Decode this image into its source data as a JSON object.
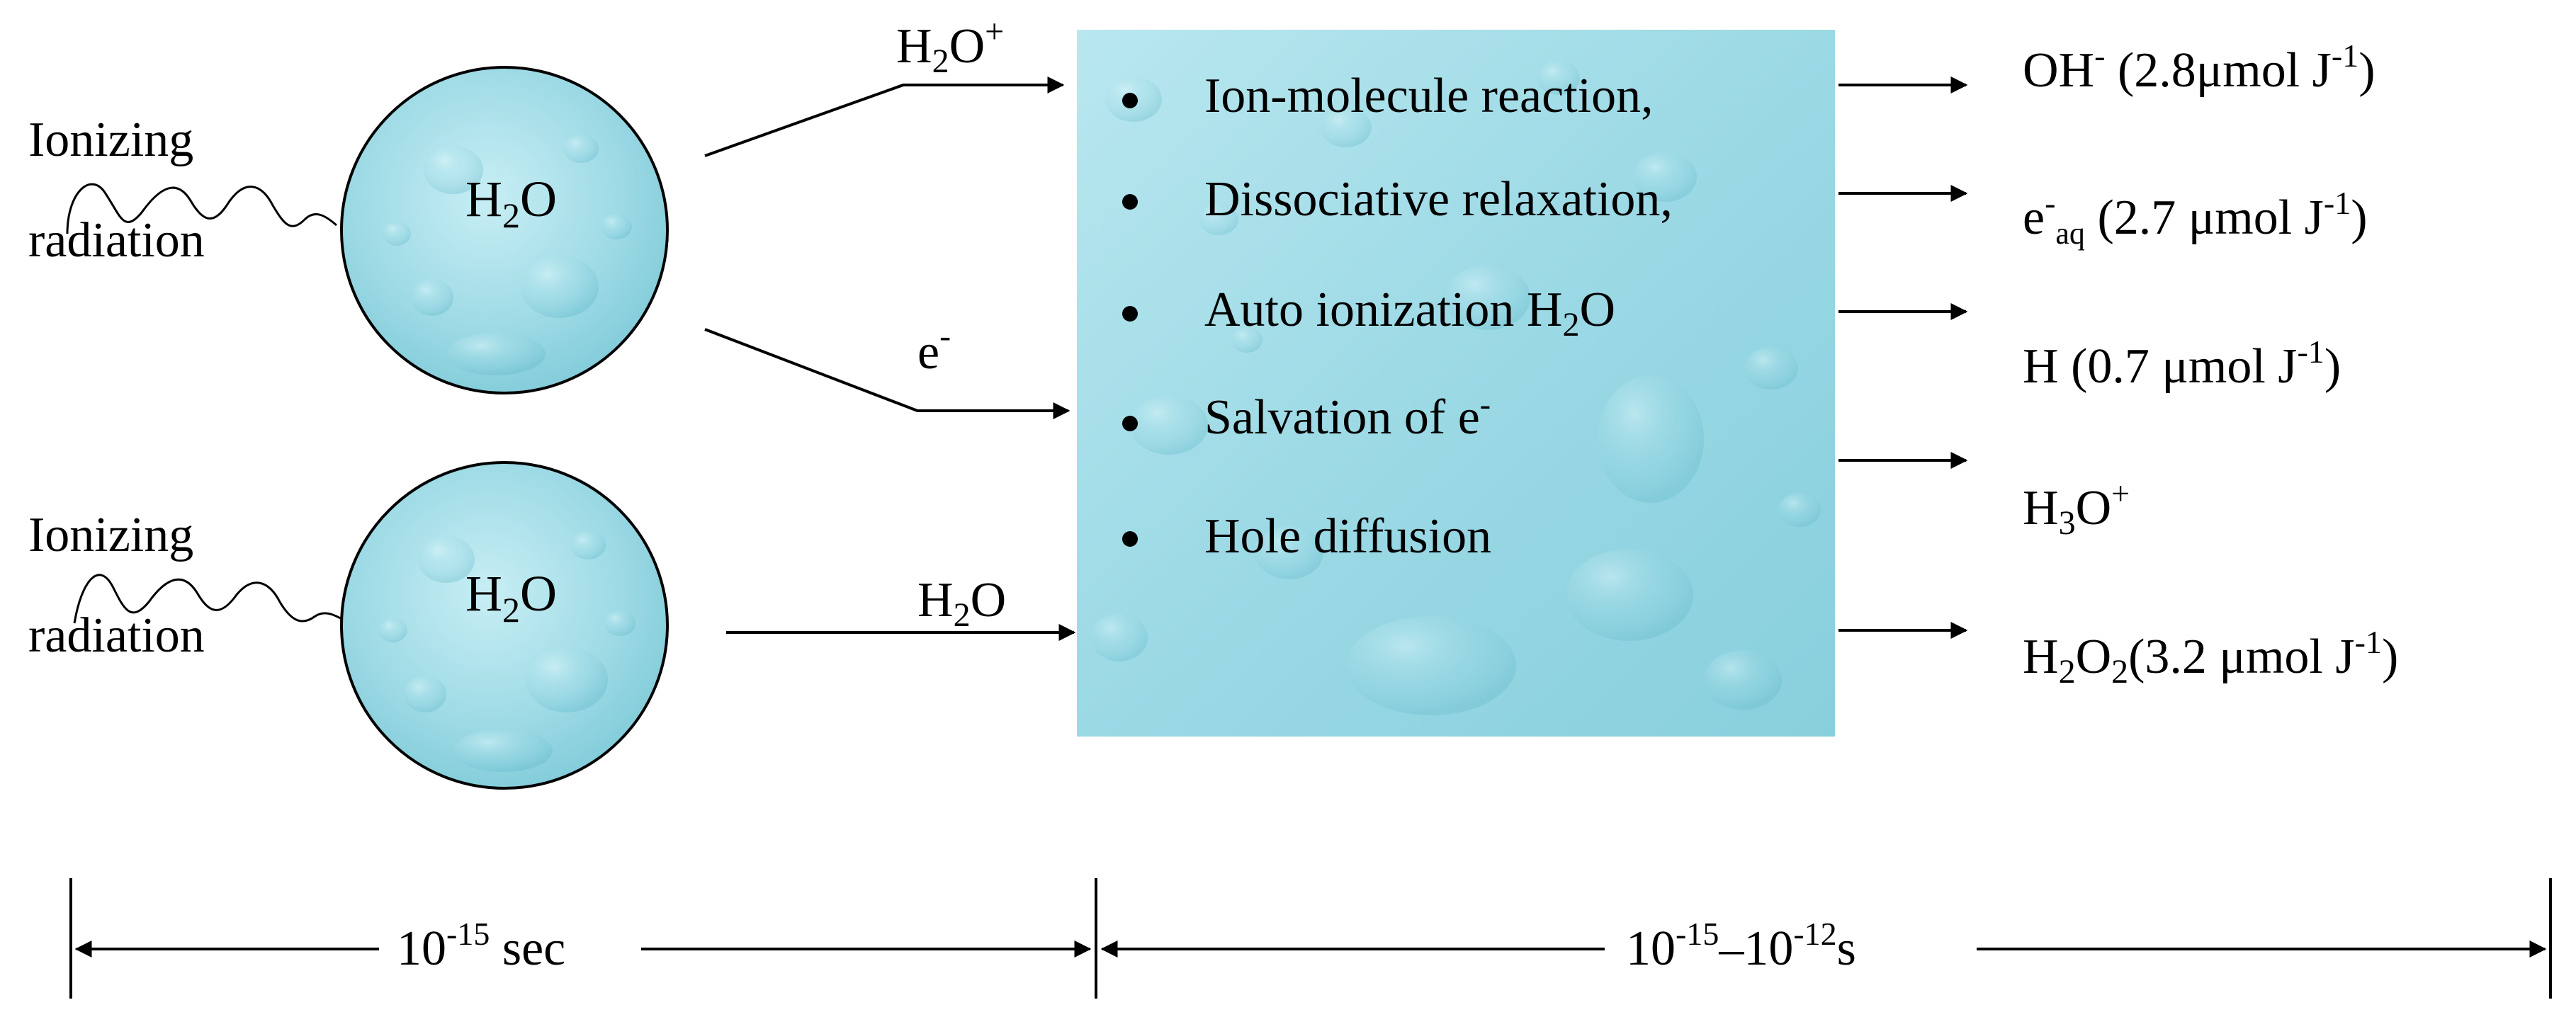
{
  "left": {
    "ionizing_top": [
      "Ionizing",
      "radiation"
    ],
    "ionizing_bottom": [
      "Ionizing",
      "radiation"
    ],
    "molecule_top": {
      "base": "H",
      "sub": "2",
      "tail": "O"
    },
    "molecule_bottom": {
      "base": "H",
      "sub": "2",
      "tail": "O"
    }
  },
  "species_in": {
    "h2o_plus": {
      "base": "H",
      "sub": "2",
      "tail": "O",
      "sup": "+"
    },
    "electron": {
      "base": "e",
      "sup": "-"
    },
    "h2o": {
      "base": "H",
      "sub": "2",
      "tail": "O"
    }
  },
  "processes": [
    {
      "text": "Ion-molecule reaction,"
    },
    {
      "text": "Dissociative relaxation,"
    },
    {
      "text": "Auto ionization H",
      "sub": "2",
      "tail": "O"
    },
    {
      "text": "Salvation of e",
      "sup": "-"
    },
    {
      "text": "Hole diffusion"
    }
  ],
  "products": {
    "oh": {
      "base": "OH",
      "sup": "-",
      "value": " (2.8μmol J",
      "unit_sup": "-1",
      "close": ")"
    },
    "eaq": {
      "base": "e",
      "sup": "-",
      "sub": "aq",
      "value": " (2.7 μmol J",
      "unit_sup": "-1",
      "close": ")"
    },
    "h": {
      "base": "H",
      "value": " (0.7 μmol J",
      "unit_sup": "-1",
      "close": ")"
    },
    "h3o": {
      "base": "H",
      "sub": "3",
      "tail": "O",
      "sup": "+"
    },
    "h2o2": {
      "base": "H",
      "sub": "2",
      "mid": "O",
      "sub2": "2",
      "value": "(3.2 μmol J",
      "unit_sup": "-1",
      "close": ")"
    }
  },
  "timescale": {
    "left": {
      "base": "10",
      "sup": "-15",
      "tail": " sec"
    },
    "right": {
      "base": "10",
      "sup": "-15",
      "mid": "–10",
      "sup2": "-12",
      "tail": "s"
    }
  }
}
